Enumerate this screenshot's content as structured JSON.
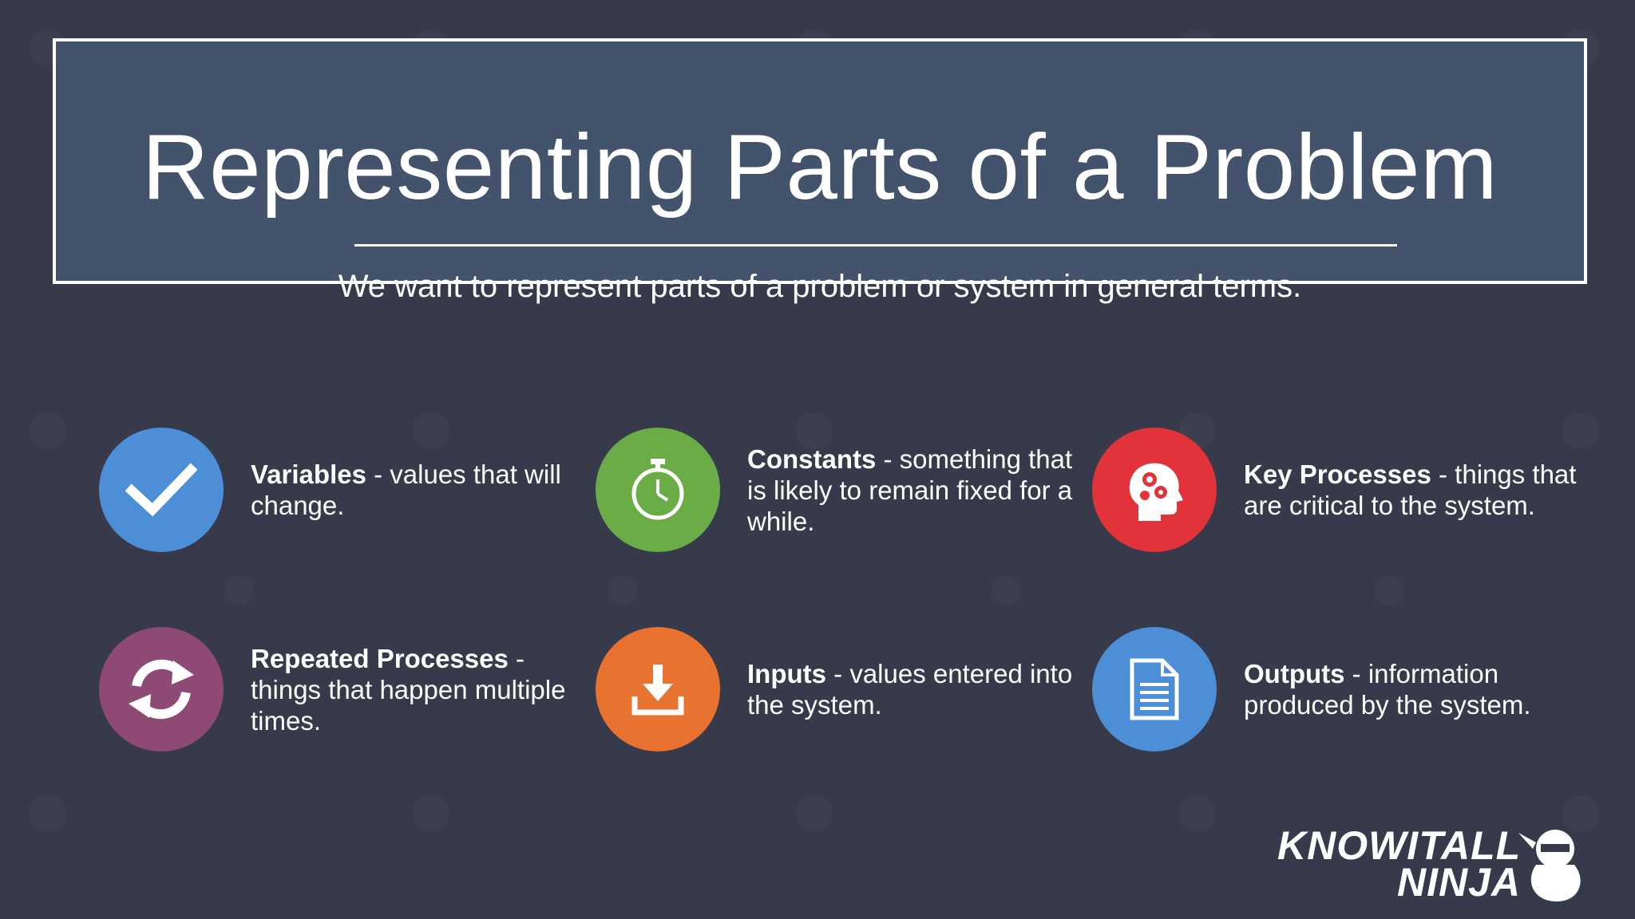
{
  "header": {
    "title": "Representing Parts of a Problem",
    "subtitle": "We want to represent parts of a problem or system in general terms."
  },
  "items": [
    {
      "term": "Variables",
      "sep": " - ",
      "desc": "values that will change.",
      "icon": "checkmark-icon",
      "color": "#4d8fd6"
    },
    {
      "term": "Constants",
      "sep": " - ",
      "desc": "something that is likely to remain fixed for a while.",
      "icon": "stopwatch-icon",
      "color": "#6aad46"
    },
    {
      "term": "Key Processes",
      "sep": " - ",
      "desc": "things that are critical to the system.",
      "icon": "head-gears-icon",
      "color": "#e2323a"
    },
    {
      "term": "Repeated Processes",
      "sep": " - ",
      "desc": "things that happen multiple times.",
      "icon": "refresh-icon",
      "color": "#8e4a75"
    },
    {
      "term": "Inputs",
      "sep": " - ",
      "desc": "values entered into the system.",
      "icon": "download-icon",
      "color": "#e8722f"
    },
    {
      "term": "Outputs",
      "sep": " - ",
      "desc": "information produced by the system.",
      "icon": "document-icon",
      "color": "#4d8fd6"
    }
  ],
  "logo": {
    "line1": "KNOWITALL",
    "line2": "NINJA"
  }
}
